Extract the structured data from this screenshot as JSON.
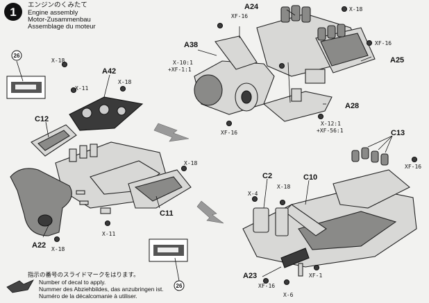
{
  "step": {
    "number": "1",
    "title_jp": "エンジンのくみたて",
    "title_en": "Engine assembly",
    "title_de": "Motor-Zusammenbau",
    "title_fr": "Assemblage du moteur"
  },
  "parts": {
    "a24": "A24",
    "a25": "A25",
    "a28": "A28",
    "a38": "A38",
    "a42": "A42",
    "c12": "C12",
    "c13": "C13",
    "c11": "C11",
    "c2": "C2",
    "c10": "C10",
    "a22": "A22",
    "a23": "A23"
  },
  "colors": {
    "x18_top_right": "X-18",
    "xf16_top": "XF-16",
    "xf16_right": "XF-16",
    "x10_mix": "X-10:1",
    "xf1_mix": "+XF-1:1",
    "xf16_a38": "XF-16",
    "x12_mix": "X-12:1",
    "xf56_mix": "+XF-56:1",
    "x18_decal": "X-18",
    "x11_a42": "X-11",
    "x18_a42": "X-18",
    "x18_center": "X-18",
    "xf16_c13": "XF-16",
    "x18_a22": "X-18",
    "x11_bottom": "X-11",
    "x4": "X-4",
    "x18_c2": "X-18",
    "xf16_a23": "XF-16",
    "x6": "X-6",
    "xf1_bottom": "XF-1"
  },
  "decal": {
    "number_top": "26",
    "number_bottom": "26"
  },
  "note": {
    "jp": "指示の番号のスライドマークをはります。",
    "en": "Number of decal to apply.",
    "de": "Nummer des Abziehbildes, das anzubringen ist.",
    "fr": "Numéro de la décalcomanie à utiliser."
  }
}
